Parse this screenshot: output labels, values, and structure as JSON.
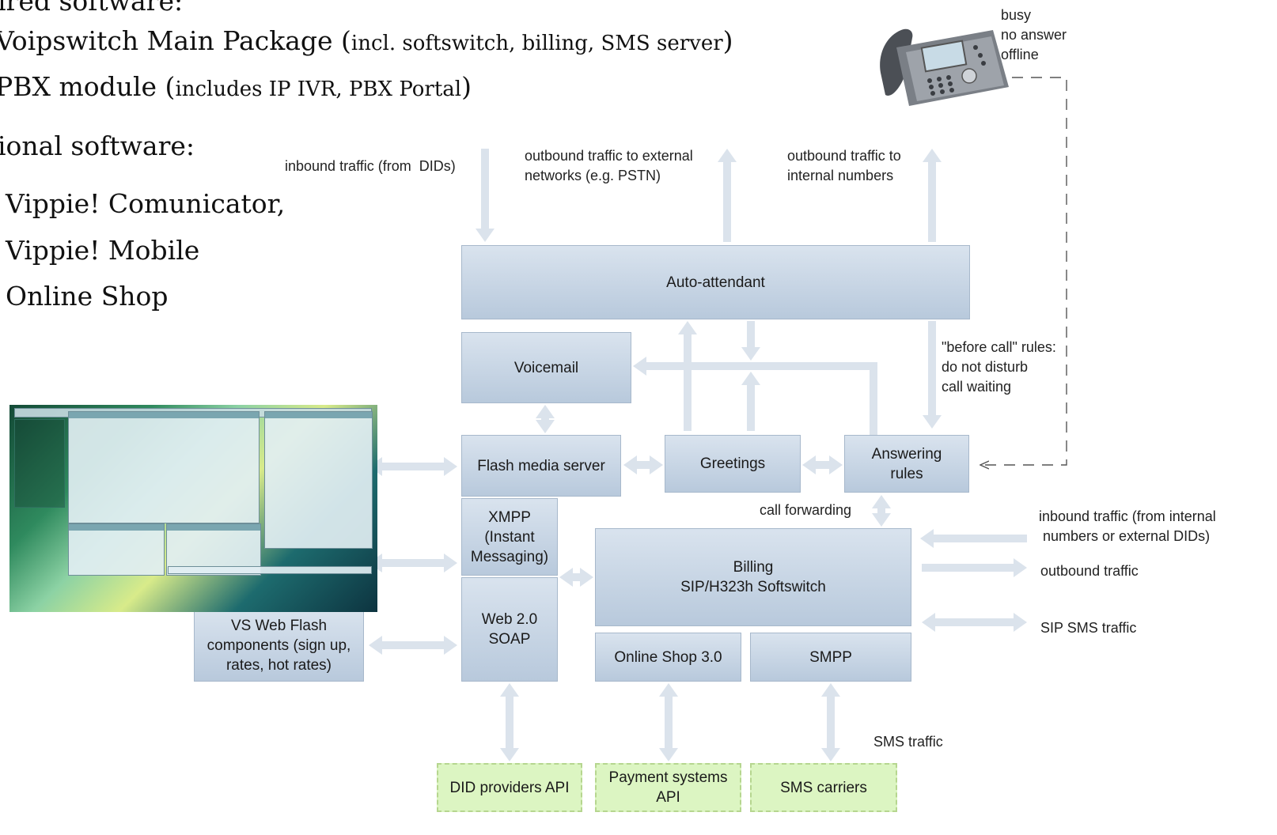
{
  "intro": {
    "required_heading": "ired software:",
    "req1_main": "Voipswitch Main Package (",
    "req1_small": "incl. softswitch, billing, SMS server",
    "req1_end": ")",
    "req2_main": "PBX module (",
    "req2_small": "includes IP IVR, PBX Portal",
    "req2_end": ")",
    "optional_heading": "ional software:",
    "opt1": "Vippie! Comunicator,",
    "opt2": "Vippie! Mobile",
    "opt3": "Online Shop"
  },
  "labels": {
    "inbound_dids": "inbound traffic (from  DIDs)",
    "outbound_external": "outbound traffic to external\nnetworks (e.g. PSTN)",
    "outbound_internal": "outbound traffic to\ninternal numbers",
    "phone_states": "busy\nno answer\noffline",
    "before_call": "\"before call\" rules:\ndo not disturb\ncall waiting",
    "call_forwarding": "call forwarding",
    "inbound_internal": "inbound traffic (from internal\n numbers or external DIDs)",
    "outbound_traffic": "outbound traffic",
    "sip_sms": "SIP SMS traffic",
    "sms_traffic": "SMS traffic"
  },
  "boxes": {
    "auto_attendant": "Auto-attendant",
    "voicemail": "Voicemail",
    "flash_media_server": "Flash media server",
    "greetings": "Greetings",
    "answering_rules": "Answering\nrules",
    "xmpp": "XMPP\n(Instant\nMessaging)",
    "web20": "Web 2.0\nSOAP",
    "billing": "Billing\nSIP/H323h Softswitch",
    "online_shop": "Online Shop 3.0",
    "smpp": "SMPP",
    "vs_web_flash": "VS Web Flash\ncomponents (sign up,\nrates, hot rates)",
    "did_api": "DID providers API",
    "payment_api": "Payment systems\nAPI",
    "sms_carriers": "SMS carriers"
  },
  "colors": {
    "box_fill": "#c8d6e5",
    "box_border": "#a7b8cb",
    "arrow_fill": "#dbe3ec",
    "external_fill": "#dcf5c2",
    "external_border": "#b6d68f",
    "dashed_line": "#555555"
  },
  "icons": {
    "phone": "desk-phone-icon",
    "screenshot": "app-screenshot-thumbnail"
  }
}
